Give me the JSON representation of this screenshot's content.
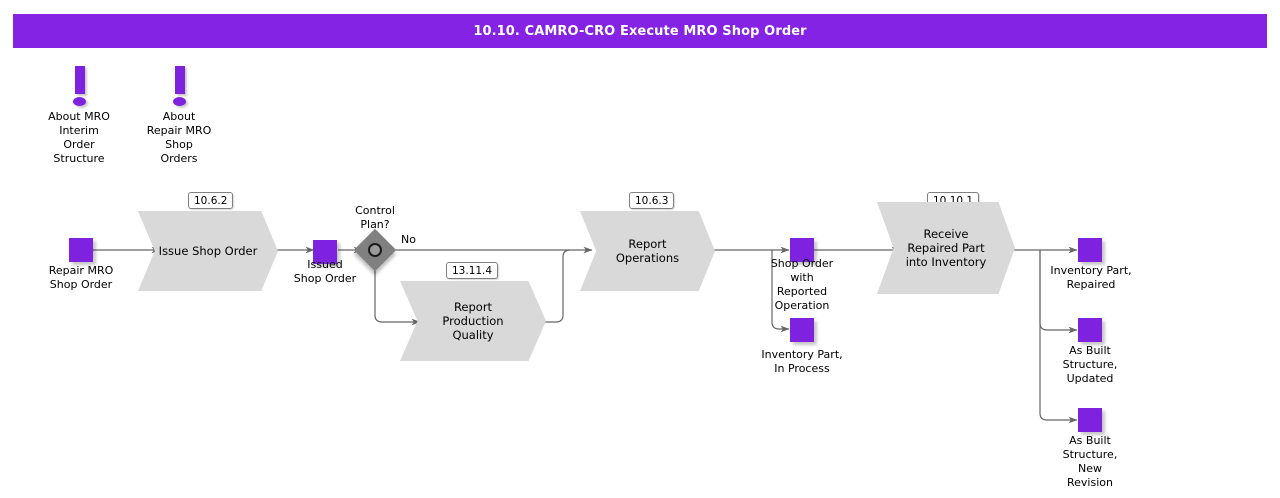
{
  "title": "10.10. CAMRO-CRO Execute MRO Shop Order",
  "colors": {
    "accent_purple": "#7f22e0",
    "titlebar_purple": "#8423e3",
    "activity_gray": "#d9d9d9",
    "decision_gray": "#808080",
    "edge_gray": "#666666"
  },
  "notes": [
    {
      "id": "note-about-mro-interim-order-structure",
      "icon": "exclamation-icon",
      "label": "About MRO\nInterim\nOrder\nStructure"
    },
    {
      "id": "note-about-repair-mro-shop-orders",
      "icon": "exclamation-icon",
      "label": "About\nRepair MRO\nShop\nOrders"
    }
  ],
  "activities": [
    {
      "id": "issue-shop-order",
      "badge": "10.6.2",
      "label": "Issue Shop Order"
    },
    {
      "id": "report-production-quality",
      "badge": "13.11.4",
      "label": "Report\nProduction\nQuality"
    },
    {
      "id": "report-operations",
      "badge": "10.6.3",
      "label": "Report\nOperations"
    },
    {
      "id": "receive-repaired-part-into-inventory",
      "badge": "10.10.1",
      "label": "Receive\nRepaired Part\ninto Inventory"
    }
  ],
  "decision": {
    "id": "control-plan-decision",
    "label": "Control\nPlan?",
    "branches": [
      {
        "id": "branch-no",
        "label": "No"
      }
    ]
  },
  "data_objects": [
    {
      "id": "repair-mro-shop-order",
      "label": "Repair MRO\nShop Order"
    },
    {
      "id": "issued-shop-order",
      "label": "Issued\nShop Order"
    },
    {
      "id": "shop-order-with-reported-operation",
      "label": "Shop Order\nwith\nReported\nOperation"
    },
    {
      "id": "inventory-part-in-process",
      "label": "Inventory Part,\nIn Process"
    },
    {
      "id": "inventory-part-repaired",
      "label": "Inventory Part,\nRepaired"
    },
    {
      "id": "as-built-structure-updated",
      "label": "As Built\nStructure,\nUpdated"
    },
    {
      "id": "as-built-structure-new-revision",
      "label": "As Built\nStructure,\nNew\nRevision"
    }
  ]
}
